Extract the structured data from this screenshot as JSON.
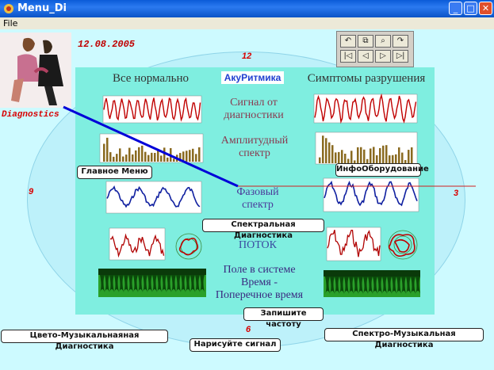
{
  "window": {
    "title": "Menu_Di",
    "min": "_",
    "max": "□",
    "close": "✕"
  },
  "menu": {
    "file": "File"
  },
  "brand": {
    "label": "Diagnostics",
    "name": "АкуРитмика"
  },
  "date": "12.08.2005",
  "clock": {
    "n12": "12",
    "n3": "3",
    "n6": "6",
    "n9": "9"
  },
  "toolbar": {
    "row1": [
      "↶",
      "⧉",
      "⌕",
      "↷"
    ],
    "row2": [
      "|◁",
      "◁",
      "▷",
      "▷|"
    ]
  },
  "headers": {
    "normal": "Все нормально",
    "damage": "Симптомы разрушения"
  },
  "sections": {
    "signal": [
      "Сигнал от",
      "диагностики"
    ],
    "amplitude": [
      "Амплитудный",
      "спектр"
    ],
    "phase": [
      "Фазовый",
      "спектр"
    ],
    "flow": "ПОТОК",
    "field": [
      "Поле в системе",
      "Время -",
      "Поперечное время"
    ]
  },
  "buttons": {
    "main_menu": "Главное Меню",
    "info": "ИнфоОборудование",
    "spectral": "Спектральная Диагностика",
    "write_freq": "Запишите частоту",
    "color_music": "Цвето-Музыкальнаяная Диагностика",
    "draw_signal": "Нарисуйте сигнал",
    "spectro_music": "Спектро-Музыкальная Диагностика"
  },
  "colors": {
    "background": "#cdfaff",
    "panel": "#7feee0",
    "accent_red": "#d80000",
    "pointer": "#0000d8"
  }
}
